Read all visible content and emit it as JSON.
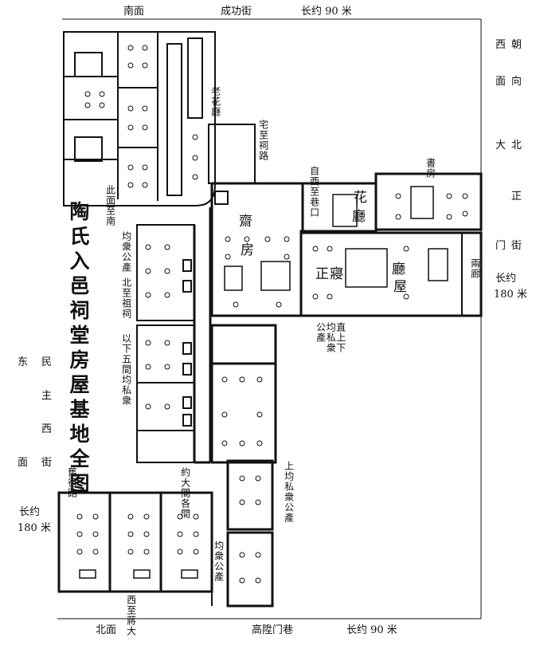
{
  "top": {
    "direction": "南面",
    "street": "成功街",
    "length": "长约 90 米"
  },
  "bottom": {
    "direction": "北面",
    "lane": "高陞门巷",
    "length": "长约 90 米"
  },
  "right": {
    "chars": [
      "西",
      "朝",
      "面",
      "向",
      "大",
      "北",
      "正",
      "门",
      "街"
    ],
    "length_1": "长约",
    "length_2": "180 米"
  },
  "left": {
    "chars": [
      "东",
      "民",
      "主",
      "西",
      "面",
      "街"
    ],
    "length_1": "长约",
    "length_2": "180 米"
  },
  "title": "陶氏入邑祠堂房屋基地全图",
  "rooms": {
    "zhai": "齋",
    "fang": "房",
    "hua": "花",
    "ting": "廳",
    "zheng": "正",
    "qin": "寢",
    "ting2": "廳",
    "wu": "屋"
  },
  "notes": {
    "n1": "直上下均私衆公產",
    "n2": "宅至祠路",
    "n3": "書房",
    "n4": "自西至巷口",
    "n5": "均衆公產",
    "n6": "北至祖祠",
    "n7": "以下五間均私衆",
    "n8": "上均私衆公產",
    "n9": "均衆公產",
    "n10": "約大間各間",
    "n11": "西至蔣大",
    "n12": "老花廳",
    "n13": "此面至南",
    "n14": "兩廊",
    "n15": "舊行路"
  },
  "colors": {
    "ink": "#111111",
    "paper": "#ffffff"
  }
}
